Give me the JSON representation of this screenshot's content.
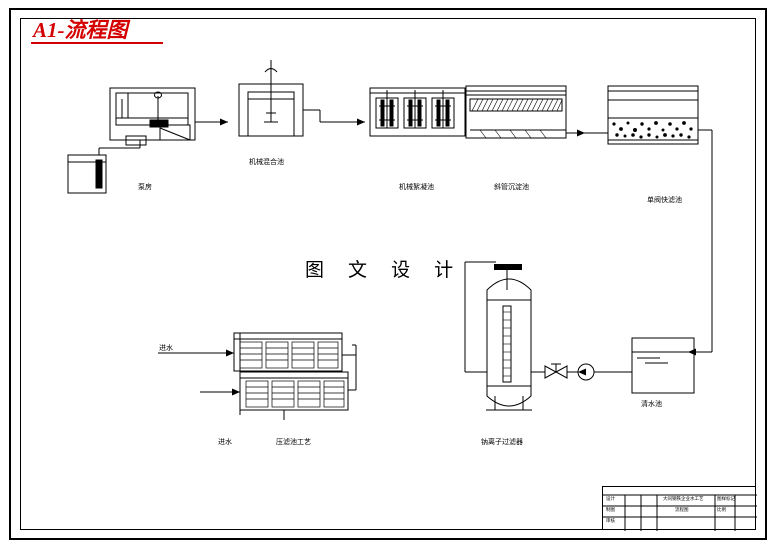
{
  "sheet": {
    "title": "A1-流程图",
    "title_color": "#d40000",
    "watermark": "图 文 设 计"
  },
  "labels": {
    "pump_station": "泵房",
    "grit_chamber": "机械混合池",
    "mech_floc": "机械絮凝池",
    "tube_settler": "斜管沉淀池",
    "filter": "单阀快滤池",
    "clearwell": "清水池",
    "press_filter": "压滤池工艺",
    "activated_carbon": "钠离子过滤器",
    "inlet_water_top": "进水",
    "inlet_water_bottom": "进水"
  },
  "titleblock": {
    "rows": [
      {
        "c1": "设计",
        "c2": "",
        "c3": "",
        "c4": "大同钢铁企业水工艺",
        "c5": "",
        "c6": "",
        "c7": "图样标记",
        "c8": ""
      },
      {
        "c1": "制图",
        "c2": "",
        "c3": "",
        "c4": "流程图",
        "c5": "",
        "c6": "",
        "c7": "比例",
        "c8": ""
      },
      {
        "c1": "审核",
        "c2": "",
        "c3": "",
        "c4": "",
        "c5": "",
        "c6": "",
        "c7": "",
        "c8": ""
      }
    ]
  }
}
